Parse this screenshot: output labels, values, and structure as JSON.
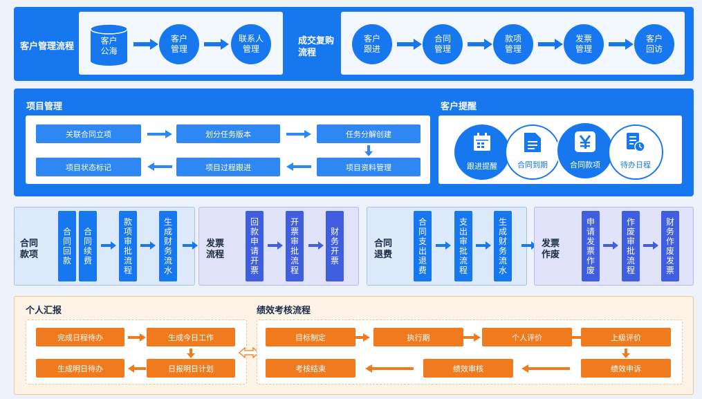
{
  "row1": {
    "customer_flow": {
      "title": "客户管理流程",
      "nodes": [
        "客户\n公海",
        "客户\n管理",
        "联系人\n管理"
      ]
    },
    "deal_flow": {
      "title": "成交复购\n流程",
      "nodes": [
        "客户\n跟进",
        "合同\n管理",
        "款项\n管理",
        "发票\n管理",
        "客户\n回访"
      ]
    }
  },
  "project": {
    "title": "项目管理",
    "steps": [
      "关联合同立项",
      "划分任务版本",
      "任务分解创建",
      "项目状态标记",
      "项目过程跟进",
      "项目资料管理"
    ]
  },
  "reminder": {
    "title": "客户提醒",
    "items": [
      {
        "label": "跟进提醒",
        "icon": "calendar-icon"
      },
      {
        "label": "合同到期",
        "icon": "document-icon"
      },
      {
        "label": "合同款项",
        "icon": "yen-icon"
      },
      {
        "label": "待办日程",
        "icon": "clock-list-icon"
      }
    ]
  },
  "row3": [
    {
      "label": "合同\n款项",
      "bars": [
        "合同回款",
        "合同续费",
        "款项审批流程",
        "生成财务流水"
      ]
    },
    {
      "label": "发票\n流程",
      "bars": [
        "回款申请开票",
        "开票审批流程",
        "财务开票"
      ]
    },
    {
      "label": "合同\n退费",
      "bars": [
        "合同支出退费",
        "支出审批流程",
        "生成财务流水"
      ]
    },
    {
      "label": "发票\n作废",
      "bars": [
        "申请发票作废",
        "作废审批流程",
        "财务作废发票"
      ]
    }
  ],
  "personal": {
    "title": "个人汇报",
    "steps": [
      "完成日程待办",
      "生成今日工作",
      "生成明日待办",
      "日报明日计划"
    ]
  },
  "performance": {
    "title": "绩效考核流程",
    "steps": [
      "目标制定",
      "执行期",
      "个人评价",
      "上级评价",
      "考核结束",
      "绩效审核",
      "绩效申诉"
    ]
  },
  "colors": {
    "blue": "#1677ef",
    "light_blue": "#2e87f3",
    "orange": "#f07b1f",
    "purple_bg": "#dfe2f8",
    "indigo": "#3f5fe0"
  }
}
